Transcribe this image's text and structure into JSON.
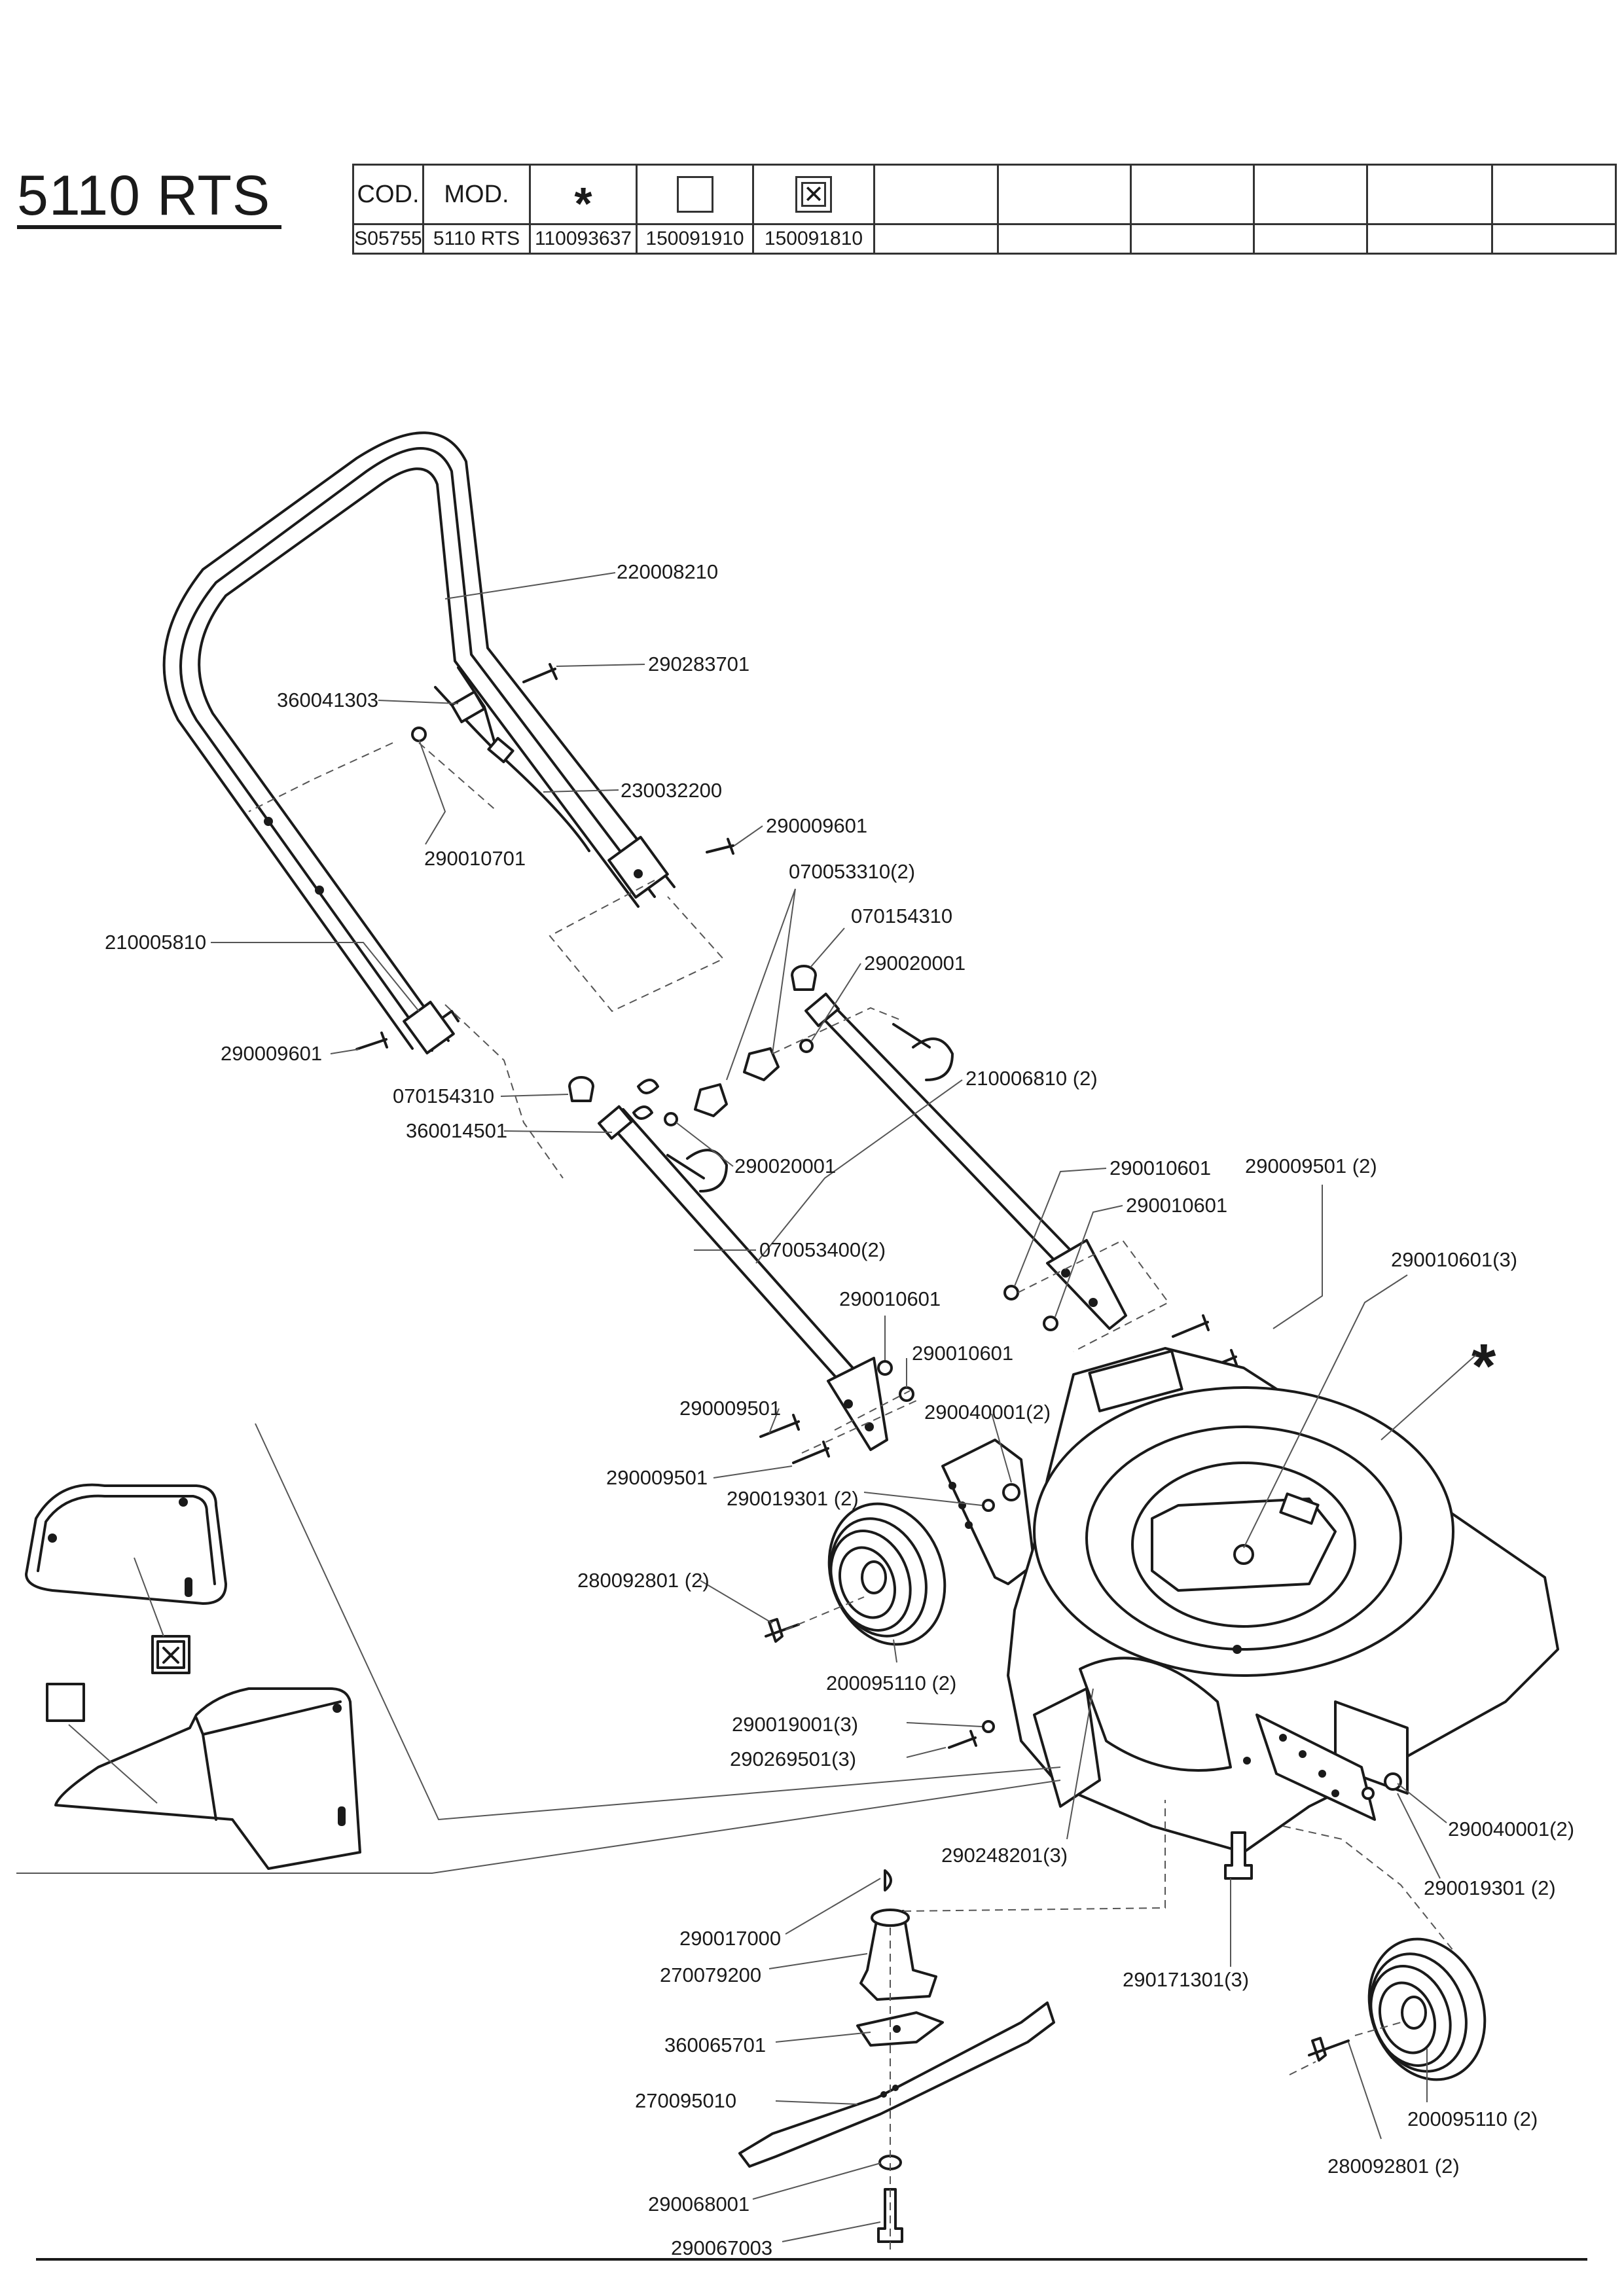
{
  "title": "5110 RTS",
  "table": {
    "header": {
      "cod": "COD.",
      "mod": "MOD.",
      "sym_star": "*"
    },
    "row": {
      "cod": "S05755",
      "mod": "5110 RTS",
      "star": "110093637",
      "box": "150091910",
      "boxx": "150091810"
    }
  },
  "symbols": {
    "big_star": "*"
  },
  "labels": {
    "p220008210": "220008210",
    "p290283701": "290283701",
    "p360041303": "360041303",
    "p230032200": "230032200",
    "p290010701": "290010701",
    "p290009601a": "290009601",
    "p070053310": "070053310(2)",
    "p070154310a": "070154310",
    "p290020001a": "290020001",
    "p210005810": "210005810",
    "p290009601b": "290009601",
    "p210006810": "210006810 (2)",
    "p070154310b": "070154310",
    "p360014501": "360014501",
    "p290020001b": "290020001",
    "p290010601a": "290010601",
    "p290009501x2": "290009501 (2)",
    "p290010601b": "290010601",
    "p070053400": "070053400(2)",
    "p290010601x3": "290010601(3)",
    "p290010601c": "290010601",
    "p290010601d": "290010601",
    "p290009501a": "290009501",
    "p290040001a": "290040001(2)",
    "p290009501b": "290009501",
    "p290019301a": "290019301 (2)",
    "p280092801a": "280092801 (2)",
    "p200095110a": "200095110 (2)",
    "p290019001": "290019001(3)",
    "p290269501": "290269501(3)",
    "p290040001b": "290040001(2)",
    "p290248201": "290248201(3)",
    "p290019301b": "290019301 (2)",
    "p290017000": "290017000",
    "p270079200": "270079200",
    "p290171301": "290171301(3)",
    "p360065701": "360065701",
    "p270095010": "270095010",
    "p200095110b": "200095110 (2)",
    "p280092801b": "280092801 (2)",
    "p290068001": "290068001",
    "p290067003": "290067003"
  }
}
